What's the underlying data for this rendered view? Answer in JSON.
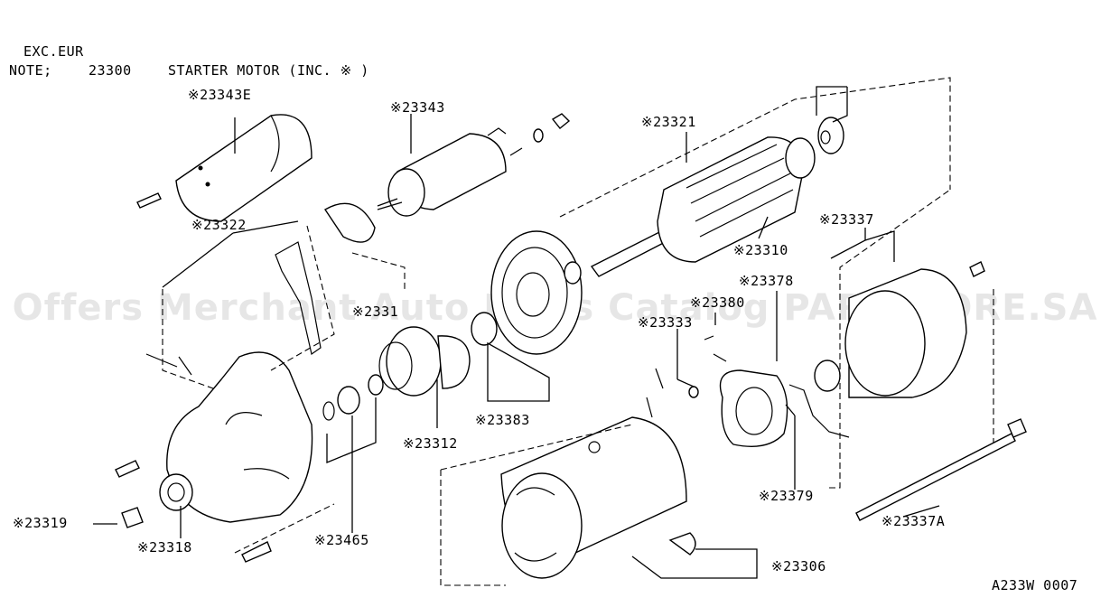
{
  "header": {
    "line1": "EXC.EUR",
    "note_prefix": "NOTE;",
    "note_code": "23300",
    "note_text": "STARTER MOTOR (INC. ※ )"
  },
  "watermark": "Offers Merchant Auto Parts Catalog PARTSTORE.SA",
  "footer_code": "A233W 0007",
  "callouts": [
    "※23343E",
    "※23343",
    "※23321",
    "※23322",
    "※23310",
    "※23337",
    "※23378",
    "※23380",
    "※23333",
    "※23312",
    "※23383",
    "※23379",
    "※23337A",
    "※23306",
    "※23319",
    "※23318",
    "※23465",
    "※2331"
  ]
}
